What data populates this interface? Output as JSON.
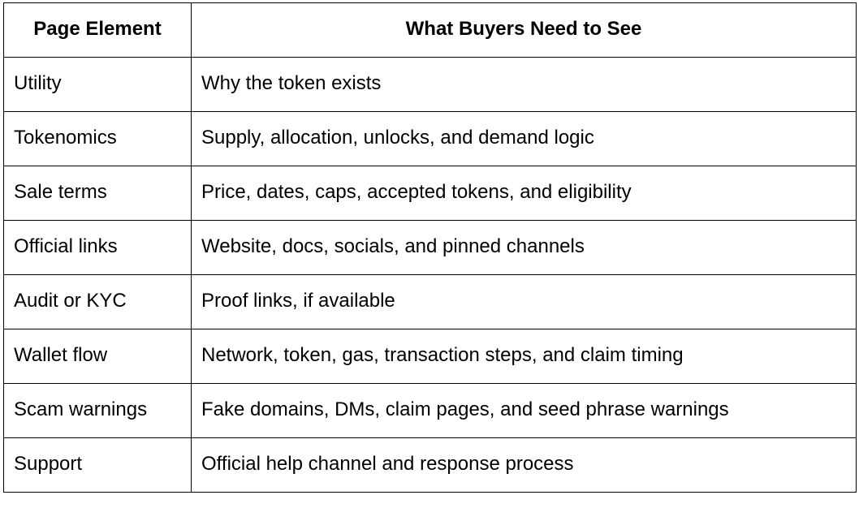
{
  "table": {
    "headers": [
      "Page Element",
      "What Buyers Need to See"
    ],
    "rows": [
      [
        "Utility",
        "Why the token exists"
      ],
      [
        "Tokenomics",
        "Supply, allocation, unlocks, and demand logic"
      ],
      [
        "Sale terms",
        "Price, dates, caps, accepted tokens, and eligibility"
      ],
      [
        "Official links",
        "Website, docs, socials, and pinned channels"
      ],
      [
        "Audit or KYC",
        "Proof links, if available"
      ],
      [
        "Wallet flow",
        "Network, token, gas, transaction steps, and claim timing"
      ],
      [
        "Scam warnings",
        "Fake domains, DMs, claim pages, and seed phrase warnings"
      ],
      [
        "Support",
        "Official help channel and response process"
      ]
    ]
  }
}
